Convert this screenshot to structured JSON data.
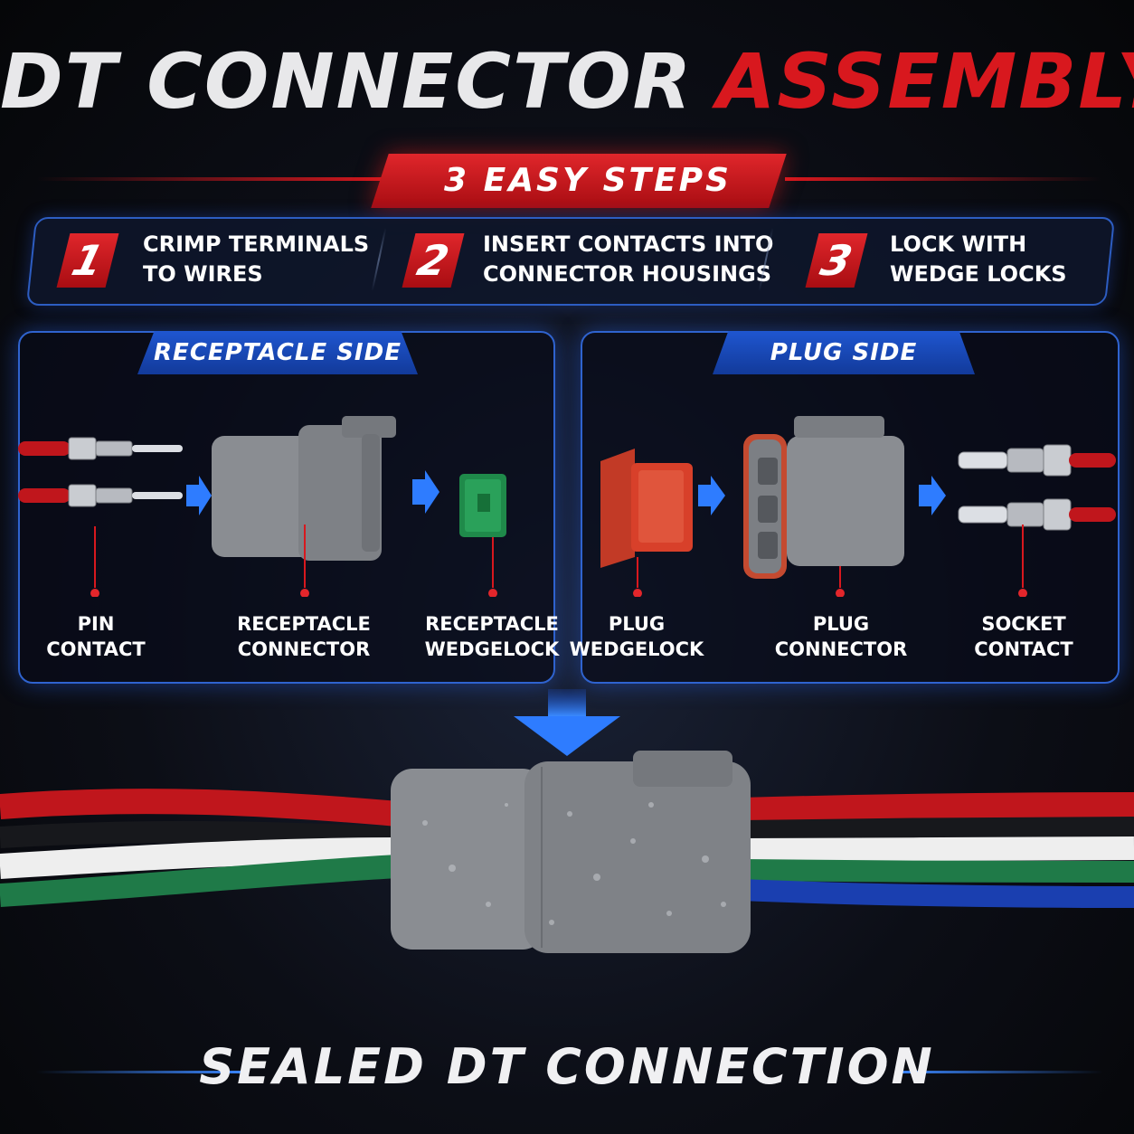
{
  "header": {
    "title_part1": "DT CONNECTOR",
    "title_part2": "ASSEMBLY",
    "subtitle": "3 EASY STEPS"
  },
  "steps": [
    {
      "number": "1",
      "line1": "CRIMP TERMINALS",
      "line2": "TO WIRES"
    },
    {
      "number": "2",
      "line1": "INSERT CONTACTS INTO",
      "line2": "CONNECTOR HOUSINGS"
    },
    {
      "number": "3",
      "line1": "LOCK WITH",
      "line2": "WEDGE LOCKS"
    }
  ],
  "receptacle_panel": {
    "title": "RECEPTACLE SIDE",
    "labels": [
      {
        "line1": "PIN",
        "line2": "CONTACT"
      },
      {
        "line1": "RECEPTACLE",
        "line2": "CONNECTOR"
      },
      {
        "line1": "RECEPTACLE",
        "line2": "WEDGELOCK"
      }
    ]
  },
  "plug_panel": {
    "title": "PLUG SIDE",
    "labels": [
      {
        "line1": "PLUG",
        "line2": "WEDGELOCK"
      },
      {
        "line1": "PLUG",
        "line2": "CONNECTOR"
      },
      {
        "line1": "SOCKET",
        "line2": "CONTACT"
      }
    ]
  },
  "footer": {
    "caption": "SEALED DT CONNECTION"
  },
  "colors": {
    "accent_red": "#d8181e",
    "accent_blue": "#2f63cf",
    "connector_gray": "#8a8d92",
    "wedge_green": "#1f8a4a",
    "wedge_orange": "#d8402a"
  }
}
